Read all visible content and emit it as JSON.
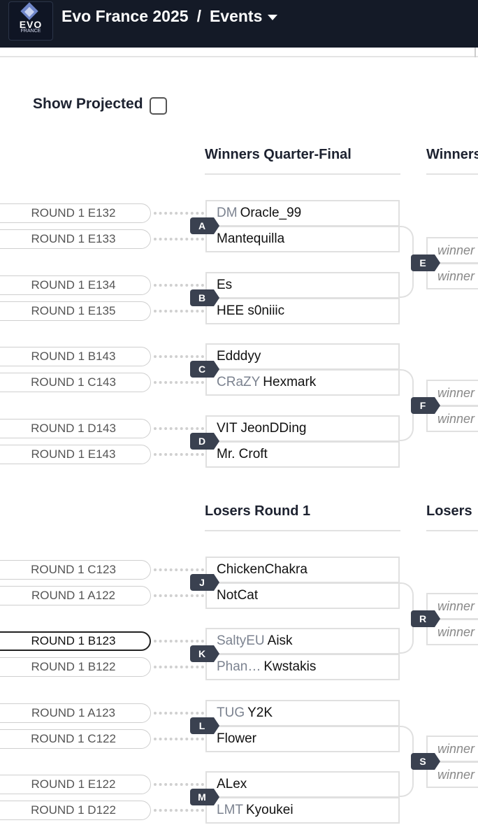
{
  "header": {
    "logo_text": "EVO",
    "logo_sub": "FRANCE",
    "event": "Evo France 2025",
    "separator": "/",
    "section": "Events"
  },
  "controls": {
    "show_projected_label": "Show Projected",
    "show_projected_checked": false
  },
  "winners": {
    "round_title": "Winners Quarter-Final",
    "next_round_title": "Winners",
    "sets": [
      {
        "tag": "A",
        "feeders": [
          "ROUND 1 E132",
          "ROUND 1 E133"
        ],
        "players": [
          {
            "prefix": "DM",
            "name": "Oracle_99"
          },
          {
            "prefix": "",
            "name": "Mantequilla"
          }
        ]
      },
      {
        "tag": "B",
        "feeders": [
          "ROUND 1 E134",
          "ROUND 1 E135"
        ],
        "players": [
          {
            "prefix": "",
            "name": "Es"
          },
          {
            "prefix": "",
            "name": "HEE s0niiic"
          }
        ]
      },
      {
        "tag": "C",
        "feeders": [
          "ROUND 1 B143",
          "ROUND 1 C143"
        ],
        "players": [
          {
            "prefix": "",
            "name": "Edddyy"
          },
          {
            "prefix": "CRaZY",
            "name": "Hexmark"
          }
        ]
      },
      {
        "tag": "D",
        "feeders": [
          "ROUND 1 D143",
          "ROUND 1 E143"
        ],
        "players": [
          {
            "prefix": "",
            "name": "VIT JeonDDing"
          },
          {
            "prefix": "",
            "name": "Mr. Croft"
          }
        ]
      }
    ],
    "next_sets": [
      {
        "tag": "E",
        "slots": [
          "winner",
          "winner"
        ]
      },
      {
        "tag": "F",
        "slots": [
          "winner",
          "winner"
        ]
      }
    ]
  },
  "losers": {
    "round_title": "Losers Round 1",
    "next_round_title": "Losers",
    "sets": [
      {
        "tag": "J",
        "feeders": [
          "ROUND 1 C123",
          "ROUND 1 A122"
        ],
        "players": [
          {
            "prefix": "",
            "name": "ChickenChakra"
          },
          {
            "prefix": "",
            "name": "NotCat"
          }
        ]
      },
      {
        "tag": "K",
        "feeders": [
          "ROUND 1 B123",
          "ROUND 1 B122"
        ],
        "players": [
          {
            "prefix": "SaltyEU",
            "name": "Aisk"
          },
          {
            "prefix": "Phan…",
            "name": "Kwstakis"
          }
        ]
      },
      {
        "tag": "L",
        "feeders": [
          "ROUND 1 A123",
          "ROUND 1 C122"
        ],
        "players": [
          {
            "prefix": "TUG",
            "name": "Y2K"
          },
          {
            "prefix": "",
            "name": "Flower"
          }
        ]
      },
      {
        "tag": "M",
        "feeders": [
          "ROUND 1 E122",
          "ROUND 1 D122"
        ],
        "players": [
          {
            "prefix": "",
            "name": "ALex"
          },
          {
            "prefix": "LMT",
            "name": "Kyoukei"
          }
        ]
      }
    ],
    "next_sets": [
      {
        "tag": "R",
        "slots": [
          "winner",
          "winner"
        ]
      },
      {
        "tag": "S",
        "slots": [
          "winner",
          "winner"
        ]
      }
    ]
  },
  "active_feeder": "ROUND 1 B123"
}
